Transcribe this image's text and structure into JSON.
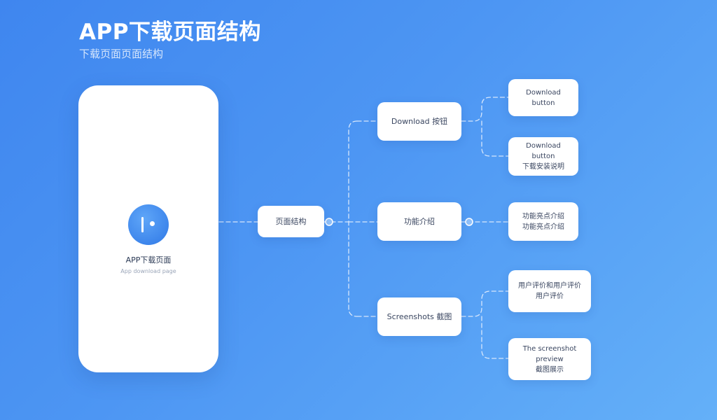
{
  "header": {
    "title": "APP下载页面结构",
    "subtitle": "下载页面页面结构"
  },
  "phone": {
    "app_name": "APP下载页面",
    "app_desc": "App download page",
    "icon": "app-logo-icon"
  },
  "nodes": {
    "center": "页面结构",
    "branch_top": "Download 按钮",
    "branch_mid": "功能介绍",
    "branch_bot": "Screenshots 截图",
    "leaf_1": "Download button",
    "leaf_2": "Download button\n下载安装说明",
    "leaf_3": "功能亮点介绍\n功能亮点介绍",
    "leaf_4": "用户评价和用户评价\n用户评价",
    "leaf_5": "The screenshot preview\n截图展示"
  },
  "colors": {
    "background_start": "#3f86ef",
    "background_end": "#64b0f8",
    "card": "#ffffff",
    "connector": "#d7e7fc",
    "connector_dot": "#8fc0fa"
  }
}
